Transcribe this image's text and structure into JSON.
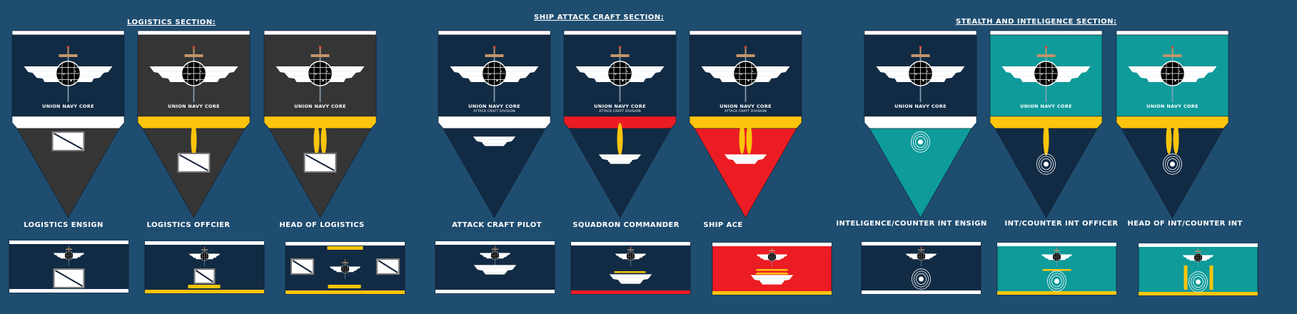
{
  "colors": {
    "background": "#1f4d70",
    "navy": "#122b44",
    "charcoal": "#353535",
    "teal": "#0e9b9a",
    "red": "#ec1c24",
    "gold": "#fcc50c",
    "white": "#ffffff",
    "sword_tan": "#c2946a",
    "pommel": "#d0473c"
  },
  "sections": [
    {
      "title": "LOGISTICS SECTION:",
      "ranks": [
        {
          "label": "LOGISTICS ENSIGN",
          "insignia": "supply-crate-icon",
          "bars": 0
        },
        {
          "label": "LOGISTICS OFFCIER",
          "insignia": "supply-crate-icon",
          "bars": 1
        },
        {
          "label": "HEAD OF LOGISTICS",
          "insignia": "supply-crate-icon",
          "bars": 2
        }
      ]
    },
    {
      "title": "SHIP ATTACK CRAFT SECTION:",
      "ranks": [
        {
          "label": "ATTACK CRAFT PILOT",
          "insignia": "wing-icon",
          "bars": 0
        },
        {
          "label": "SQUADRON COMMANDER",
          "insignia": "wing-icon",
          "bars": 1
        },
        {
          "label": "SHIP ACE",
          "insignia": "wing-icon",
          "bars": 2
        }
      ]
    },
    {
      "title": "STEALTH AND INTELIGENCE SECTION:",
      "ranks": [
        {
          "label": "INTELIGENCE/COUNTER INT ENSIGN",
          "insignia": "concentric-rings-icon",
          "bars": 0
        },
        {
          "label": "INT/COUNTER INT OFFICER",
          "insignia": "concentric-rings-icon",
          "bars": 1
        },
        {
          "label": "HEAD OF INT/COUNTER INT",
          "insignia": "concentric-rings-icon",
          "bars": 2
        }
      ]
    }
  ],
  "banner_text": {
    "core": "UNION NAVY CORE",
    "attack_division": "ATTACK CRAFT DIVISION"
  }
}
